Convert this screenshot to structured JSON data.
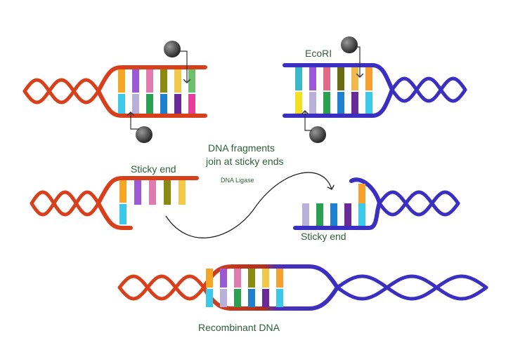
{
  "labels": {
    "enzyme": "EcoRI",
    "sticky_left": "Sticky end",
    "sticky_right": "Sticky end",
    "join_line1": "DNA fragments",
    "join_line2": "join at sticky ends",
    "ligase": "DNA Ligase",
    "recombinant": "Recombinant DNA"
  },
  "colors": {
    "red_strand": "#d8401c",
    "blue_strand": "#3a2fc0",
    "enzyme": "#333333",
    "text": "#2e5e3a"
  },
  "fragments": {
    "top_left": {
      "top": [
        "#f5a623",
        "#9b59d6",
        "#e07ab0",
        "#8a8a10",
        "#f2c84b",
        "#6cbf6c"
      ],
      "bottom": [
        "#3cc8e8",
        "#b8b0d8",
        "#2aa050",
        "#2080d0",
        "#6a2a9a",
        "#e83e9a"
      ]
    },
    "top_right": {
      "top": [
        "#3cb8c8",
        "#9b59d6",
        "#e06a8a",
        "#6a6a10",
        "#f2b84b",
        "#f5a030"
      ],
      "bottom": [
        "#f5e020",
        "#b8b0d8",
        "#2aa050",
        "#2080d0",
        "#6a2a9a",
        "#3cc8e8"
      ]
    },
    "mid_left": {
      "top": [
        "#f5a623",
        "#9b59d6",
        "#e07ab0",
        "#8a8a10",
        "#f2c84b"
      ],
      "bottom": [
        "#3cc8e8"
      ]
    },
    "mid_right": {
      "top": [
        "#f5a030"
      ],
      "bottom": [
        "#b8b0d8",
        "#2aa050",
        "#2080d0",
        "#6a2a9a",
        "#3cc8e8"
      ]
    },
    "recombinant": {
      "top": [
        "#f5a623",
        "#9b59d6",
        "#e07ab0",
        "#8a8a10",
        "#f2c84b",
        "#f5a030"
      ],
      "bottom": [
        "#3cc8e8",
        "#b8b0d8",
        "#2aa050",
        "#2080d0",
        "#6a2a9a",
        "#3cc8e8"
      ]
    }
  }
}
